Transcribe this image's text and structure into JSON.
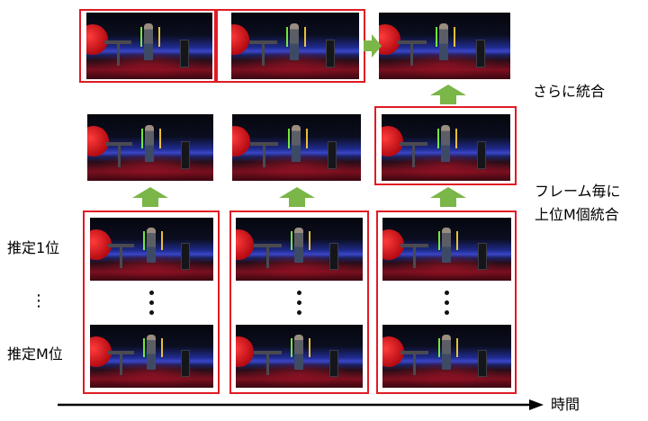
{
  "labels": {
    "merge_again": "さらに統合",
    "per_frame_line1": "フレーム毎に",
    "per_frame_line2": "上位M個統合",
    "rank1": "推定1位",
    "rank_dots": "⋮",
    "rankM": "推定M位",
    "time": "時間"
  },
  "icons": {
    "up_arrow": "up-arrow-icon",
    "right_arrow": "right-arrow-icon",
    "time_arrow": "time-axis-arrow-icon"
  },
  "colors": {
    "box_red": "#e01b24",
    "arrow_green": "#7ab648",
    "axis_black": "#000000"
  }
}
